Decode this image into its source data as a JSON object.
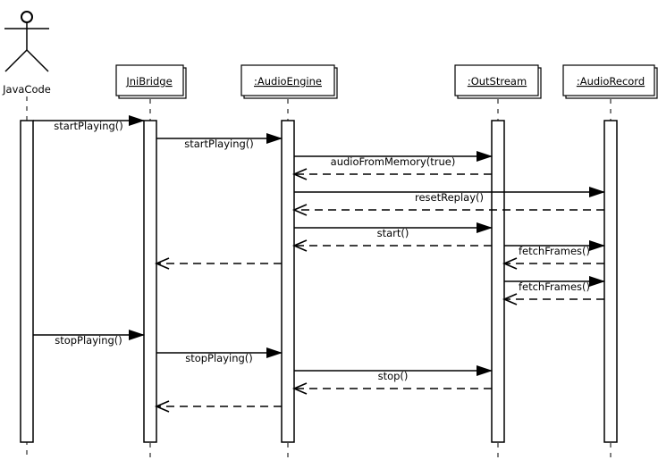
{
  "actor": {
    "name": "JavaCode"
  },
  "participants": [
    {
      "id": "jni",
      "label": "JniBridge"
    },
    {
      "id": "engine",
      "label": ":AudioEngine"
    },
    {
      "id": "out",
      "label": ":OutStream"
    },
    {
      "id": "rec",
      "label": ":AudioRecord"
    }
  ],
  "messages": [
    {
      "from": "java",
      "to": "jni",
      "kind": "call",
      "label": "startPlaying()"
    },
    {
      "from": "jni",
      "to": "engine",
      "kind": "call",
      "label": "startPlaying()"
    },
    {
      "from": "engine",
      "to": "out",
      "kind": "call",
      "label": "audioFromMemory(true)"
    },
    {
      "from": "out",
      "to": "engine",
      "kind": "return",
      "label": ""
    },
    {
      "from": "engine",
      "to": "rec",
      "kind": "call",
      "label": "resetReplay()"
    },
    {
      "from": "rec",
      "to": "engine",
      "kind": "return",
      "label": ""
    },
    {
      "from": "engine",
      "to": "out",
      "kind": "call",
      "label": "start()"
    },
    {
      "from": "out",
      "to": "engine",
      "kind": "return",
      "label": ""
    },
    {
      "from": "out",
      "to": "rec",
      "kind": "call",
      "label": "fetchFrames()"
    },
    {
      "from": "engine",
      "to": "jni",
      "kind": "return",
      "label": ""
    },
    {
      "from": "rec",
      "to": "out",
      "kind": "return",
      "label": ""
    },
    {
      "from": "out",
      "to": "rec",
      "kind": "call",
      "label": "fetchFrames()"
    },
    {
      "from": "rec",
      "to": "out",
      "kind": "return",
      "label": ""
    },
    {
      "from": "java",
      "to": "jni",
      "kind": "call",
      "label": "stopPlaying()"
    },
    {
      "from": "jni",
      "to": "engine",
      "kind": "call",
      "label": "stopPlaying()"
    },
    {
      "from": "engine",
      "to": "out",
      "kind": "call",
      "label": "stop()"
    },
    {
      "from": "out",
      "to": "engine",
      "kind": "return",
      "label": ""
    },
    {
      "from": "engine",
      "to": "jni",
      "kind": "return",
      "label": ""
    }
  ]
}
